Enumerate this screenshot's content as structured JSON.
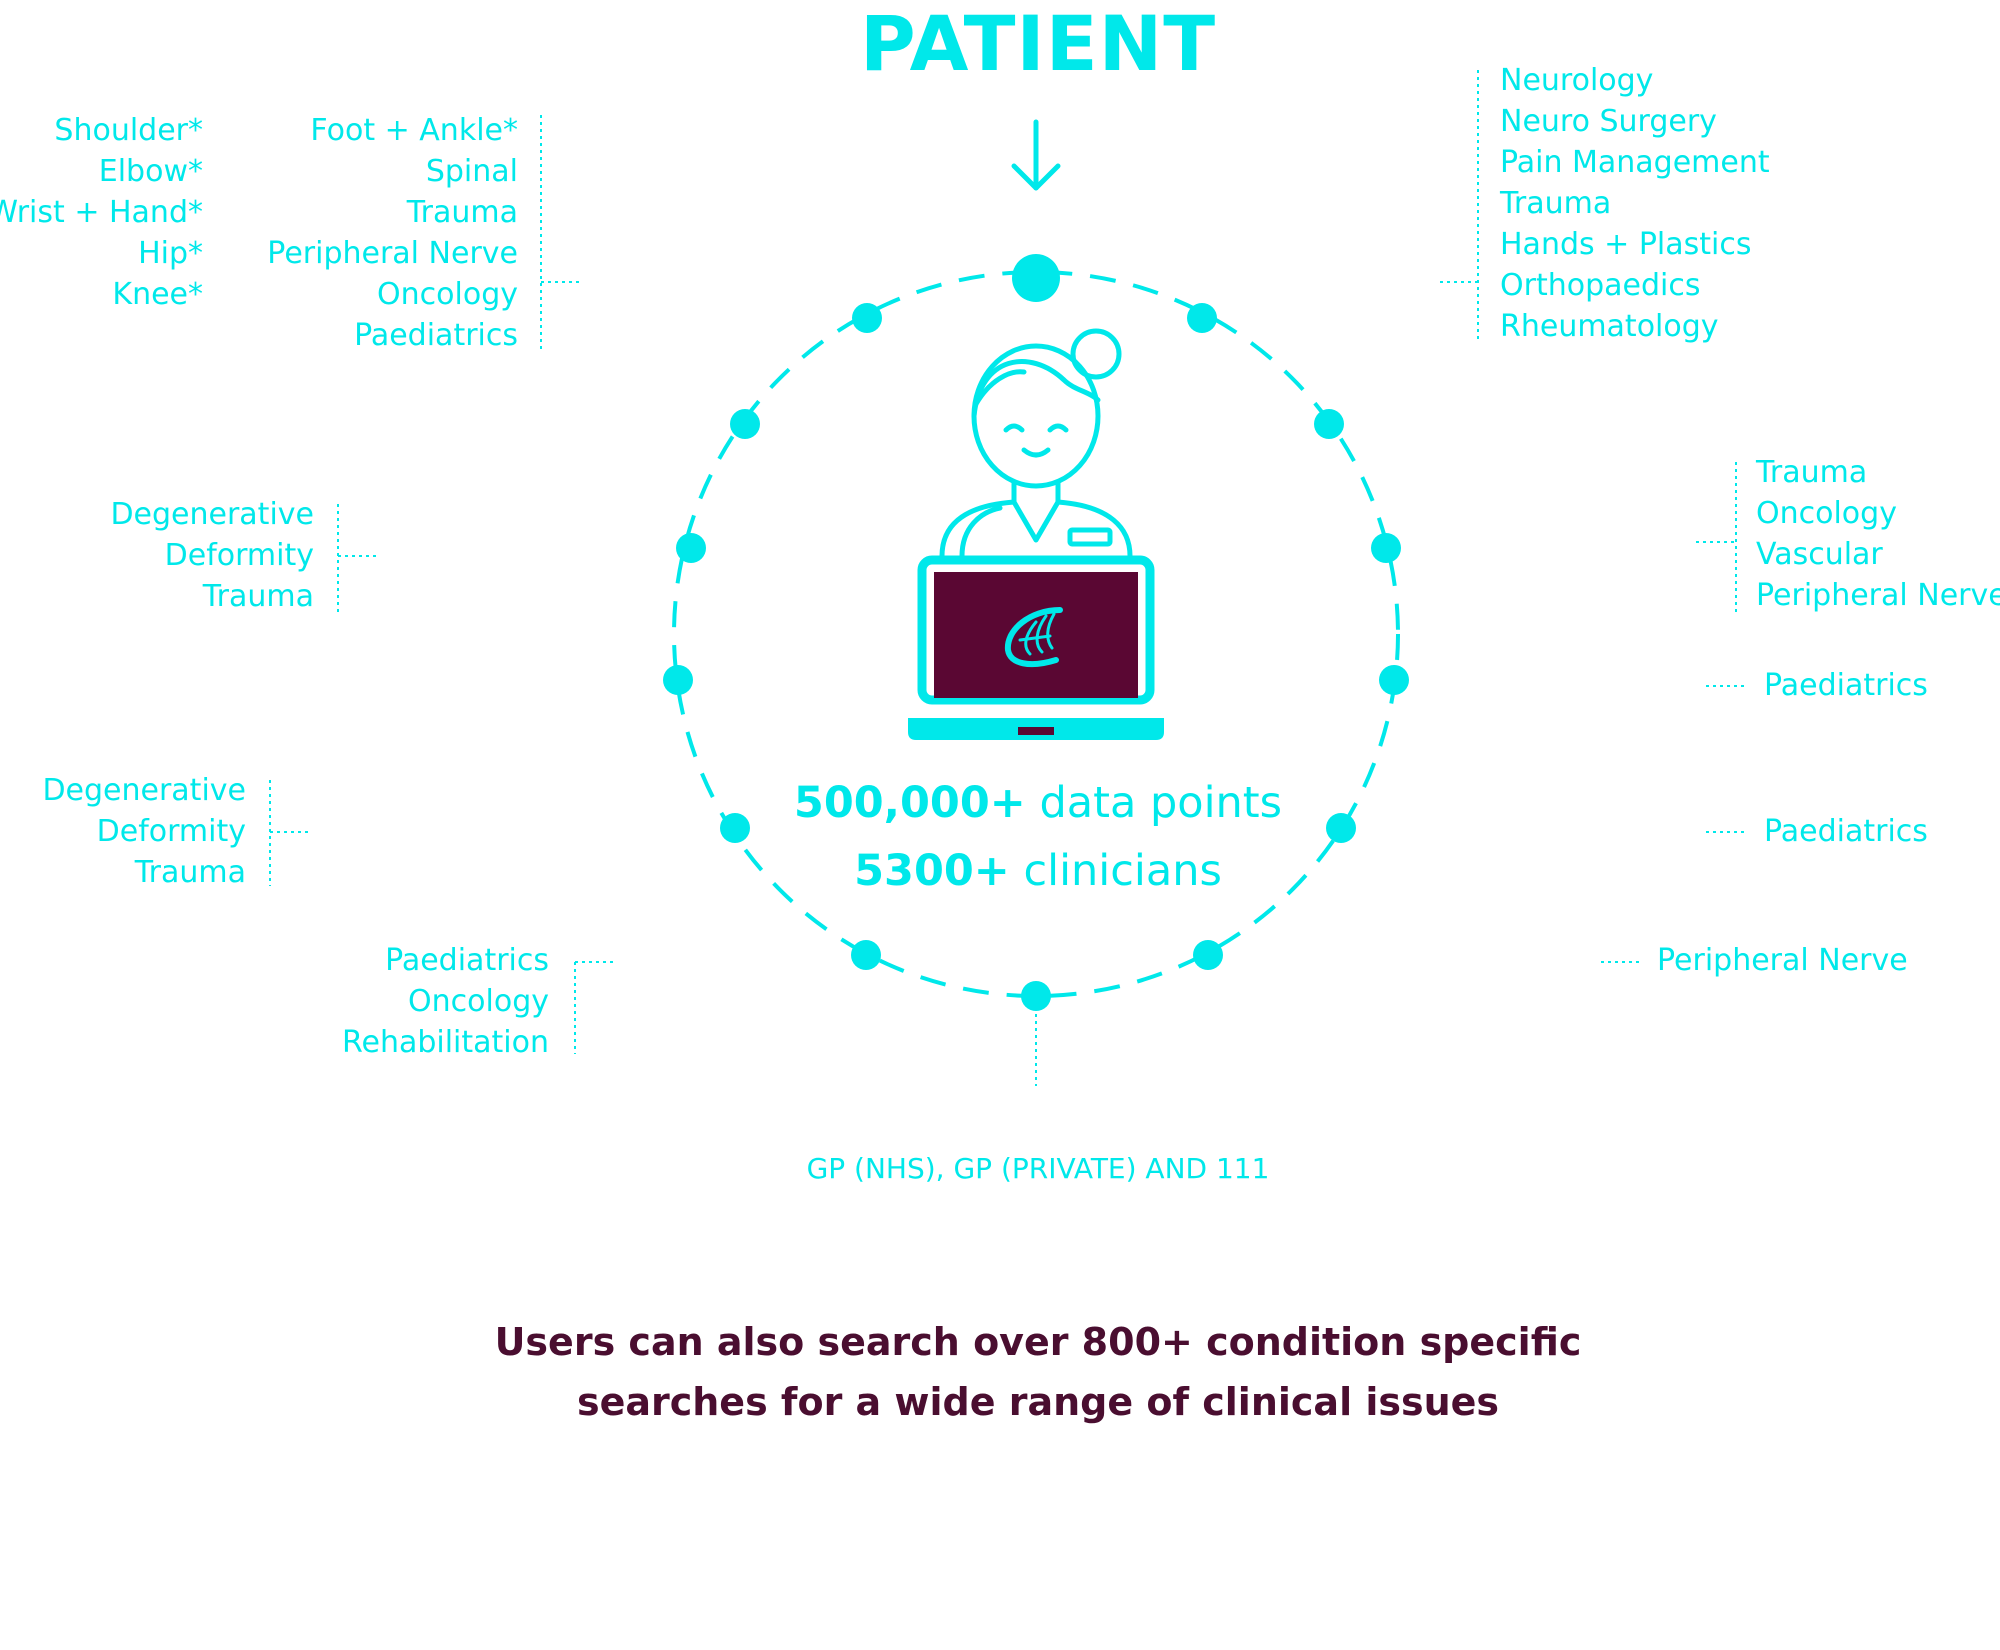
{
  "title": "PATIENT",
  "groups": {
    "joints": [
      "Shoulder*",
      "Elbow*",
      "Wrist + Hand*",
      "Hip*",
      "Knee*"
    ],
    "ortho": [
      "Foot + Ankle*",
      "Spinal",
      "Trauma",
      "Peripheral Nerve",
      "Oncology",
      "Paediatrics"
    ],
    "neuro": [
      "Neurology",
      "Neuro Surgery",
      "Pain Management",
      "Trauma",
      "Hands + Plastics",
      "Orthopaedics",
      "Rheumatology"
    ],
    "left_a": [
      "Degenerative",
      "Deformity",
      "Trauma"
    ],
    "left_b": [
      "Degenerative",
      "Deformity",
      "Trauma"
    ],
    "right_a": [
      "Trauma",
      "Oncology",
      "Vascular",
      "Peripheral Nerve"
    ],
    "right_b": [
      "Paediatrics"
    ],
    "right_c": [
      "Paediatrics"
    ],
    "right_d": [
      "Peripheral Nerve"
    ],
    "bottom_left": [
      "Paediatrics",
      "Oncology",
      "Rehabilitation"
    ]
  },
  "stats": {
    "data_value": "500,000+",
    "data_label": "data points",
    "clin_value": "5300+",
    "clin_label": "clinicians"
  },
  "gp": "GP (NHS), GP (PRIVATE) AND 111",
  "footer": {
    "line1": "Users can also search over 800+ condition specific",
    "line2": "searches for a wide range of clinical issues"
  },
  "colors": {
    "accent": "#00e8ea",
    "dark": "#4a0e30",
    "screen": "#5a0733"
  },
  "icons": {
    "arrow": "arrow-down-icon",
    "clinician": "clinician-at-laptop-icon",
    "logo": "feather-logo-icon"
  }
}
